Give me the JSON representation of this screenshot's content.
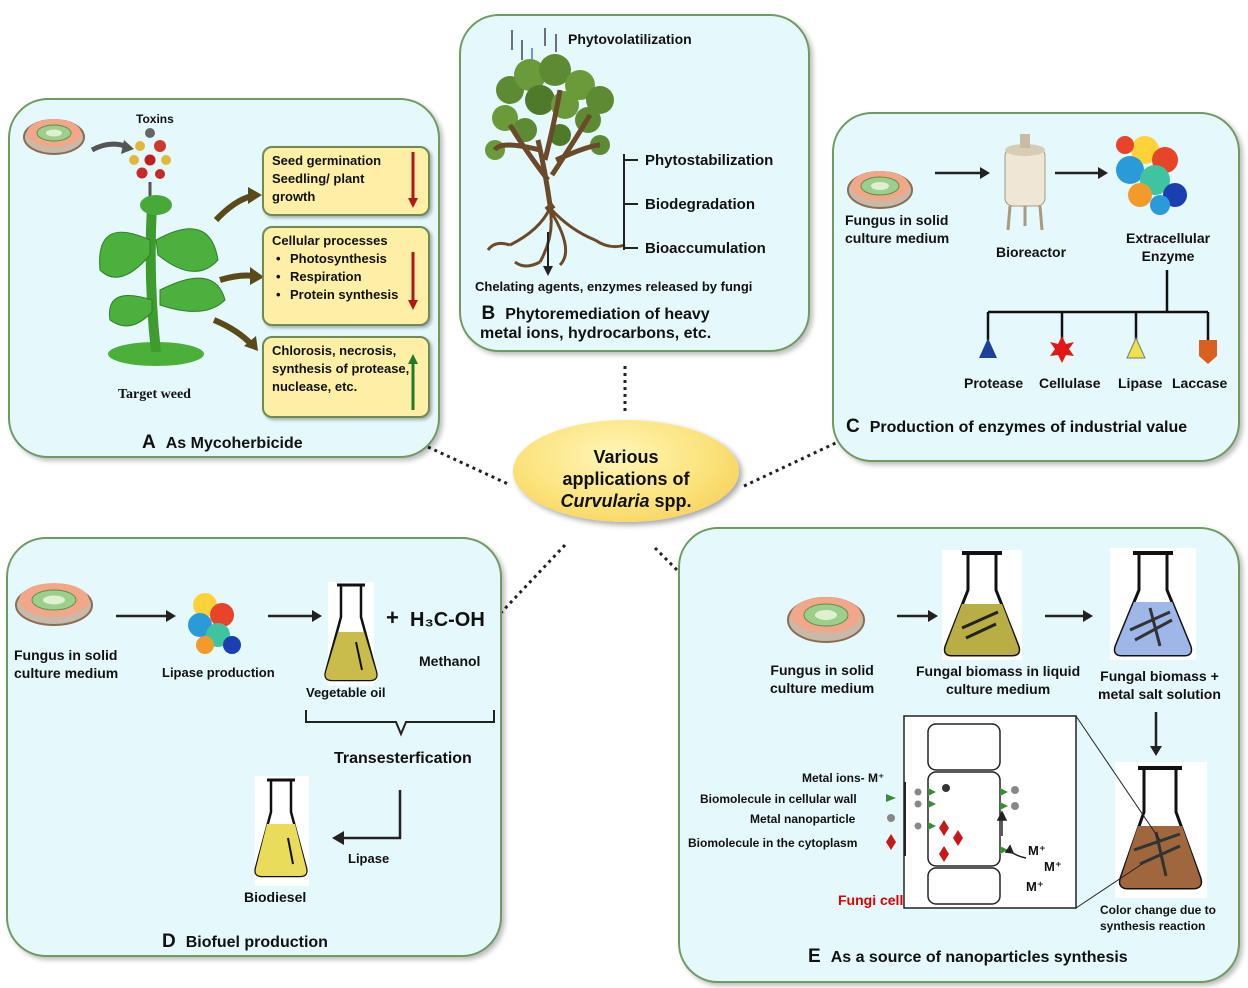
{
  "center": {
    "line1": "Various",
    "line2": "applications of",
    "italic": "Curvularia",
    "suffix": " spp."
  },
  "panelA": {
    "letter": "A",
    "caption": "As Mycoherbicide",
    "toxins": "Toxins",
    "weed": "Target weed",
    "box1": [
      "Seed germination",
      "Seedling/ plant",
      "growth"
    ],
    "box2_title": "Cellular processes",
    "box2_items": [
      "Photosynthesis",
      "Respiration",
      "Protein synthesis"
    ],
    "box3": [
      "Chlorosis, necrosis,",
      "synthesis of protease,",
      "nuclease, etc."
    ]
  },
  "panelB": {
    "letter": "B",
    "phytovol": "Phytovolatilization",
    "branches": [
      "Phytostabilization",
      "Biodegradation",
      "Bioaccumulation"
    ],
    "chelating": "Chelating agents, enzymes released by fungi",
    "caption1": "Phytoremediation of heavy",
    "caption2": "metal ions, hydrocarbons, etc."
  },
  "panelC": {
    "letter": "C",
    "caption": "Production of enzymes of industrial value",
    "fungus": [
      "Fungus in solid",
      "culture medium"
    ],
    "bioreactor": "Bioreactor",
    "enzyme": [
      "Extracellular",
      "Enzyme"
    ],
    "enzymes": [
      "Protease",
      "Cellulase",
      "Lipase",
      "Laccase"
    ]
  },
  "panelD": {
    "letter": "D",
    "caption": "Biofuel production",
    "fungus": [
      "Fungus in solid",
      "culture medium"
    ],
    "lipase_prod": "Lipase production",
    "veg_oil": "Vegetable oil",
    "plus": "+",
    "methanol_formula": "H₃C-OH",
    "methanol": "Methanol",
    "trans": "Transesterfication",
    "lipase": "Lipase",
    "biodiesel": "Biodiesel"
  },
  "panelE": {
    "letter": "E",
    "caption": "As a source of nanoparticles synthesis",
    "fungus": [
      "Fungus in solid",
      "culture medium"
    ],
    "biomass_liquid": [
      "Fungal biomass in liquid",
      "culture medium"
    ],
    "biomass_metal": [
      "Fungal biomass +",
      "metal salt solution"
    ],
    "color_change": [
      "Color change due to",
      "synthesis reaction"
    ],
    "legend": [
      "Metal ions- M⁺",
      "Biomolecule in cellular wall",
      "Metal nanoparticle",
      "Biomolecule in the cytoplasm"
    ],
    "fungi_cell": "Fungi cell",
    "m1": "M⁺",
    "m2": "M⁺",
    "m3": "M⁺"
  },
  "colors": {
    "panel_bg": "#e5f8fb",
    "panel_border": "#6f9a62",
    "box_bg": "#fdf0a6",
    "down_arrow": "#b01818",
    "up_arrow": "#1f7a2a",
    "fungi_cell": "#e00000"
  }
}
